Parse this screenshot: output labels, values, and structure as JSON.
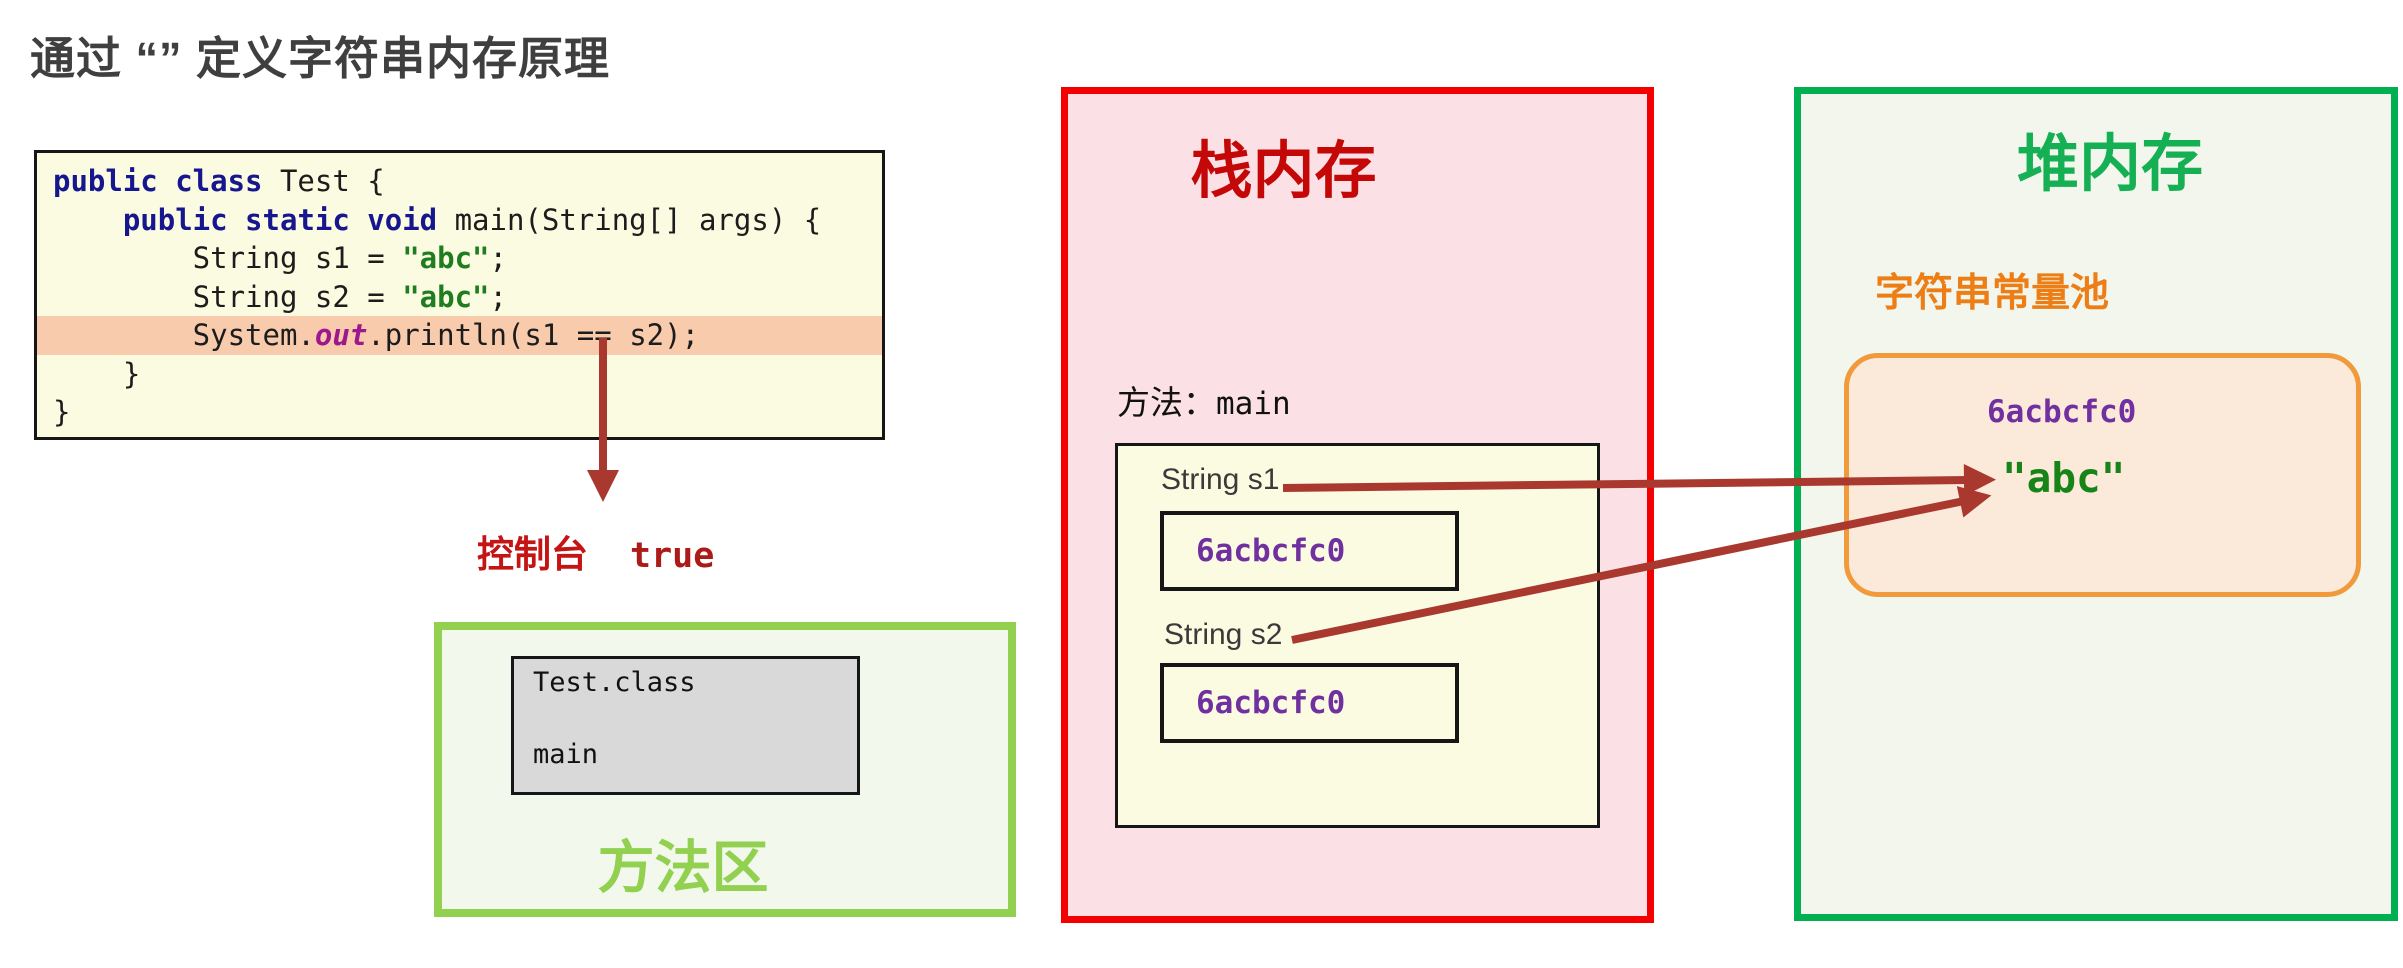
{
  "page": {
    "title": "通过 “” 定义字符串内存原理"
  },
  "code_block": {
    "lines": [
      {
        "highlight": false,
        "tokens": [
          {
            "t": "public class",
            "c": "kw"
          },
          {
            "t": " Test {",
            "c": "plain"
          }
        ]
      },
      {
        "highlight": false,
        "tokens": [
          {
            "t": "    ",
            "c": "plain"
          },
          {
            "t": "public static void",
            "c": "kw"
          },
          {
            "t": " main(String[] args) {",
            "c": "plain"
          }
        ]
      },
      {
        "highlight": false,
        "tokens": [
          {
            "t": "        String s1 = ",
            "c": "plain"
          },
          {
            "t": "\"abc\"",
            "c": "str"
          },
          {
            "t": ";",
            "c": "plain"
          }
        ]
      },
      {
        "highlight": false,
        "tokens": [
          {
            "t": "        String s2 = ",
            "c": "plain"
          },
          {
            "t": "\"abc\"",
            "c": "str"
          },
          {
            "t": ";",
            "c": "plain"
          }
        ]
      },
      {
        "highlight": true,
        "tokens": [
          {
            "t": "        System.",
            "c": "plain"
          },
          {
            "t": "out",
            "c": "field"
          },
          {
            "t": ".println(s1 == s2);",
            "c": "plain"
          }
        ]
      },
      {
        "highlight": false,
        "tokens": [
          {
            "t": "    }",
            "c": "plain"
          }
        ]
      },
      {
        "highlight": false,
        "tokens": [
          {
            "t": "}",
            "c": "plain"
          }
        ]
      }
    ]
  },
  "console": {
    "label": "控制台",
    "value": "true"
  },
  "method_area": {
    "title": "方法区",
    "class_box": {
      "class_file": "Test.class",
      "method": "main"
    }
  },
  "stack": {
    "title": "栈内存",
    "frame_label_prefix": "方法：",
    "frame_method": "main",
    "variables": [
      {
        "name": "String s1",
        "value": "6acbcfc0"
      },
      {
        "name": "String s2",
        "value": "6acbcfc0"
      }
    ]
  },
  "heap": {
    "title": "堆内存",
    "pool_label": "字符串常量池",
    "pool": {
      "address": "6acbcfc0",
      "string": "\"abc\""
    }
  },
  "colors": {
    "title_gray": "#3F3F3F",
    "code_bg": "#FBFBE1",
    "code_border": "#161616",
    "highlight_bg": "#F8CBAD",
    "keyword_navy": "#16168F",
    "string_green": "#1F7D1F",
    "field_purple": "#9C188C",
    "arrow_red": "#A9392F",
    "console_label_red": "#C41414",
    "console_value_red": "#AC1B17",
    "method_area_green": "#92D050",
    "method_area_bg": "#F2F8EC",
    "class_box_gray": "#D9D9D9",
    "stack_border": "#F40000",
    "stack_bg": "#FBE1E6",
    "stack_title_red": "#C40808",
    "label_dark": "#3A3A3A",
    "address_purple": "#7030A0",
    "heap_border": "#00B050",
    "heap_title_green": "#15B054",
    "heap_bg": "#F2F6EC",
    "pool_label_orange": "#EC7E15",
    "pool_border_orange": "#F09A3C",
    "pool_bg": "#FBE9DA",
    "pool_string_green": "#178417"
  }
}
